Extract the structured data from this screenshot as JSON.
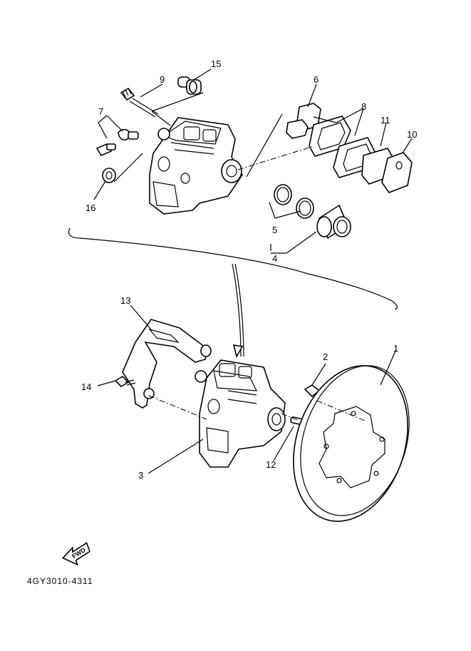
{
  "diagram": {
    "code": "4GY3010-4311",
    "fwd_label": "FWD",
    "callouts": [
      "1",
      "2",
      "3",
      "4",
      "5",
      "6",
      "7",
      "8",
      "9",
      "10",
      "11",
      "12",
      "13",
      "14",
      "15",
      "16"
    ]
  }
}
